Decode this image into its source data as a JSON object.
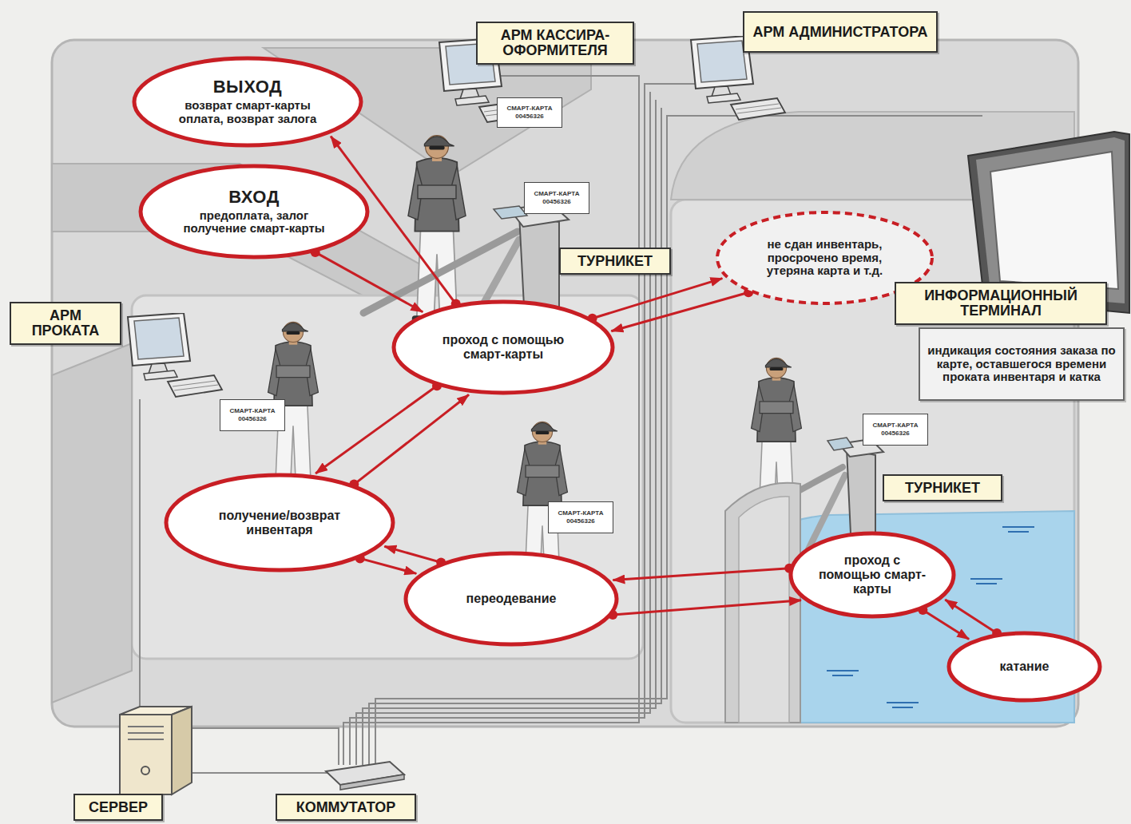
{
  "diagram": {
    "nodes": [
      {
        "text": [
          "ВЫХОД",
          "возврат смарт-карты оплата, возврат залога"
        ]
      },
      {
        "text": [
          "ВХОД",
          "предоплата, залог получение смарт-карты"
        ]
      },
      {
        "text": [
          "АРМ КАССИРА-ОФОРМИТЕЛЯ"
        ]
      },
      {
        "text": [
          "АРМ АДМИНИСТРАТОРА"
        ]
      },
      {
        "text": [
          "СМАРТ-КАРТА 00456326"
        ]
      },
      {
        "text": [
          "СМАРТ-КАРТА 00456326"
        ]
      },
      {
        "text": [
          "ТУРНИКЕТ"
        ]
      },
      {
        "text": [
          "не сдан инвентарь, просрочено время, утеряна карта и т.д."
        ]
      },
      {
        "text": [
          "ИНФОРМАЦИОННЫЙ ТЕРМИНАЛ"
        ]
      },
      {
        "text": [
          "индикация состояния заказа по карте, оставшегося времени проката инвентаря и катка"
        ]
      },
      {
        "text": [
          "АРМ ПРОКАТА"
        ]
      },
      {
        "text": [
          "проход с помощью смарт-карты"
        ]
      },
      {
        "text": [
          "СМАРТ-КАРТА 00456326"
        ]
      },
      {
        "text": [
          "получение/возврат инвентаря"
        ]
      },
      {
        "text": [
          "СМАРТ-КАРТА 00456326"
        ]
      },
      {
        "text": [
          "переодевание"
        ]
      },
      {
        "text": [
          "СМАРТ-КАРТА 00456326"
        ]
      },
      {
        "text": [
          "ТУРНИКЕТ"
        ]
      },
      {
        "text": [
          "проход с помощью смарт-карты"
        ]
      },
      {
        "text": [
          "катание"
        ]
      },
      {
        "text": [
          "СЕРВЕР"
        ]
      },
      {
        "text": [
          "КОММУТАТОР"
        ]
      }
    ],
    "edges": [
      {
        "from": 1,
        "to": 11,
        "arrow": "to"
      },
      {
        "from": 11,
        "to": 0,
        "arrow": "to"
      },
      {
        "from": 11,
        "to": 7,
        "arrow": "to"
      },
      {
        "from": 7,
        "to": 11,
        "arrow": "to"
      },
      {
        "from": 11,
        "to": 13,
        "arrow": "to"
      },
      {
        "from": 13,
        "to": 11,
        "arrow": "to"
      },
      {
        "from": 13,
        "to": 15,
        "arrow": "to"
      },
      {
        "from": 15,
        "to": 13,
        "arrow": "to"
      },
      {
        "from": 15,
        "to": 18,
        "arrow": "to"
      },
      {
        "from": 18,
        "to": 15,
        "arrow": "to"
      },
      {
        "from": 18,
        "to": 19,
        "arrow": "to"
      },
      {
        "from": 19,
        "to": 18,
        "arrow": "to"
      }
    ]
  }
}
